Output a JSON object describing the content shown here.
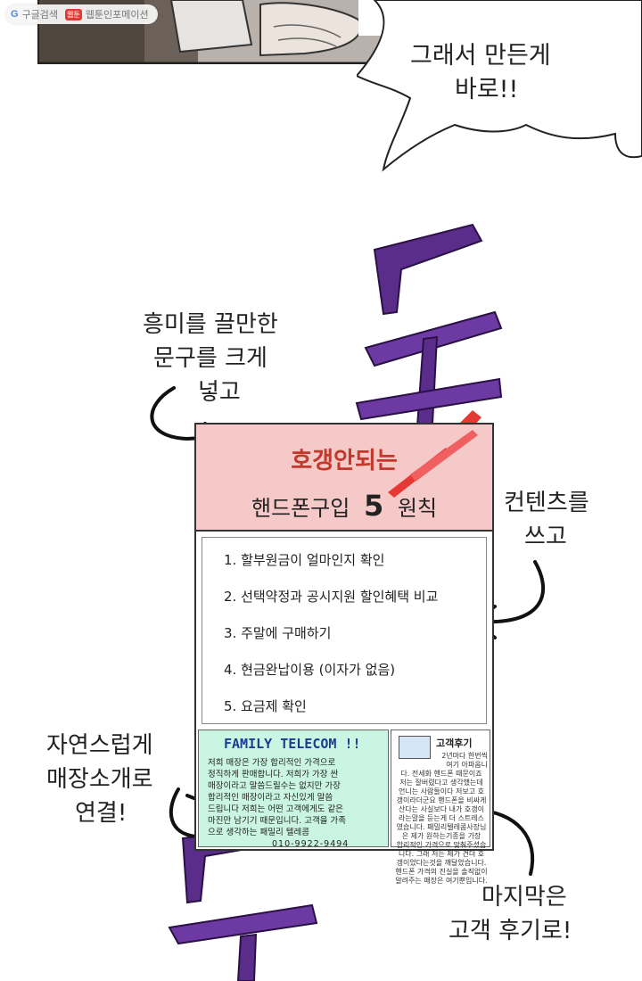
{
  "overlay": {
    "chip_search": "구글검색",
    "chip_badge": "웹툰",
    "chip_site": "웹툰인포메이션"
  },
  "bubble": {
    "line1": "그래서 만든게",
    "line2": "바로!!"
  },
  "effect": {
    "top_sfx": "두",
    "bottom_sfx": "두"
  },
  "captions": {
    "left_top": [
      "흥미를 끌만한",
      "문구를 크게",
      "넣고"
    ],
    "right_mid": [
      "컨텐츠를",
      "쓰고"
    ],
    "left_bottom": [
      "자연스럽게",
      "매장소개로",
      "연결!"
    ],
    "right_bottom": [
      "마지막은",
      "고객 후기로!"
    ]
  },
  "poster": {
    "headline1": "호갱안되는",
    "headline2_pre": "핸드폰구입",
    "headline2_num": "5",
    "headline2_post": "원칙",
    "items": [
      "1. 할부원금이 얼마인지 확인",
      "2. 선택약정과 공시지원 할인혜택 비교",
      "3. 주말에 구매하기",
      "4. 현금완납이용 (이자가 없음)",
      "5. 요금제 확인"
    ],
    "store": {
      "title": "FAMILY TELECOM !!",
      "lines": [
        "저희 매장은 가장 합리적인 가격으로",
        "정직하게 판매합니다. 저희가 가장 싼",
        "매장이라고 말씀드릴수는 없지만 가장",
        "합리적인 매장이라고 자신있게 말씀",
        "드립니다 저희는 어떤 고객에게도 같은",
        "마진만 남기기 때문입니다. 고객을 가족",
        "으로 생각하는 패밀리 텔레콤"
      ],
      "phone": "010-9922-9494"
    },
    "review": {
      "title": "고객후기",
      "lines": [
        "2년마다 한번씩",
        "여기 아파옵니",
        "다. 전세화 핸드폰 때문이죠",
        "저는 잘버렸다고 생각했는데",
        "언니는 사람들이다 저보고 호",
        "갱이라더군요 핸드폰을 비싸게",
        "산다는 사실보다 내가 호갱이",
        "라는말을 듣는게 더 스트레스",
        "였습니다. 패밀리텔레콤사장님",
        "은 제가 원하는기종을 가장",
        "합리적인 가격으로 맞춰주셨습",
        "니다. 그래 저는 제가 견뎌 호",
        "갱이었다는것을 깨달았습니다.",
        "핸드폰 가격의 진실을 솔직없이",
        "알려주는 매장은 여기뿐입니다."
      ]
    }
  }
}
